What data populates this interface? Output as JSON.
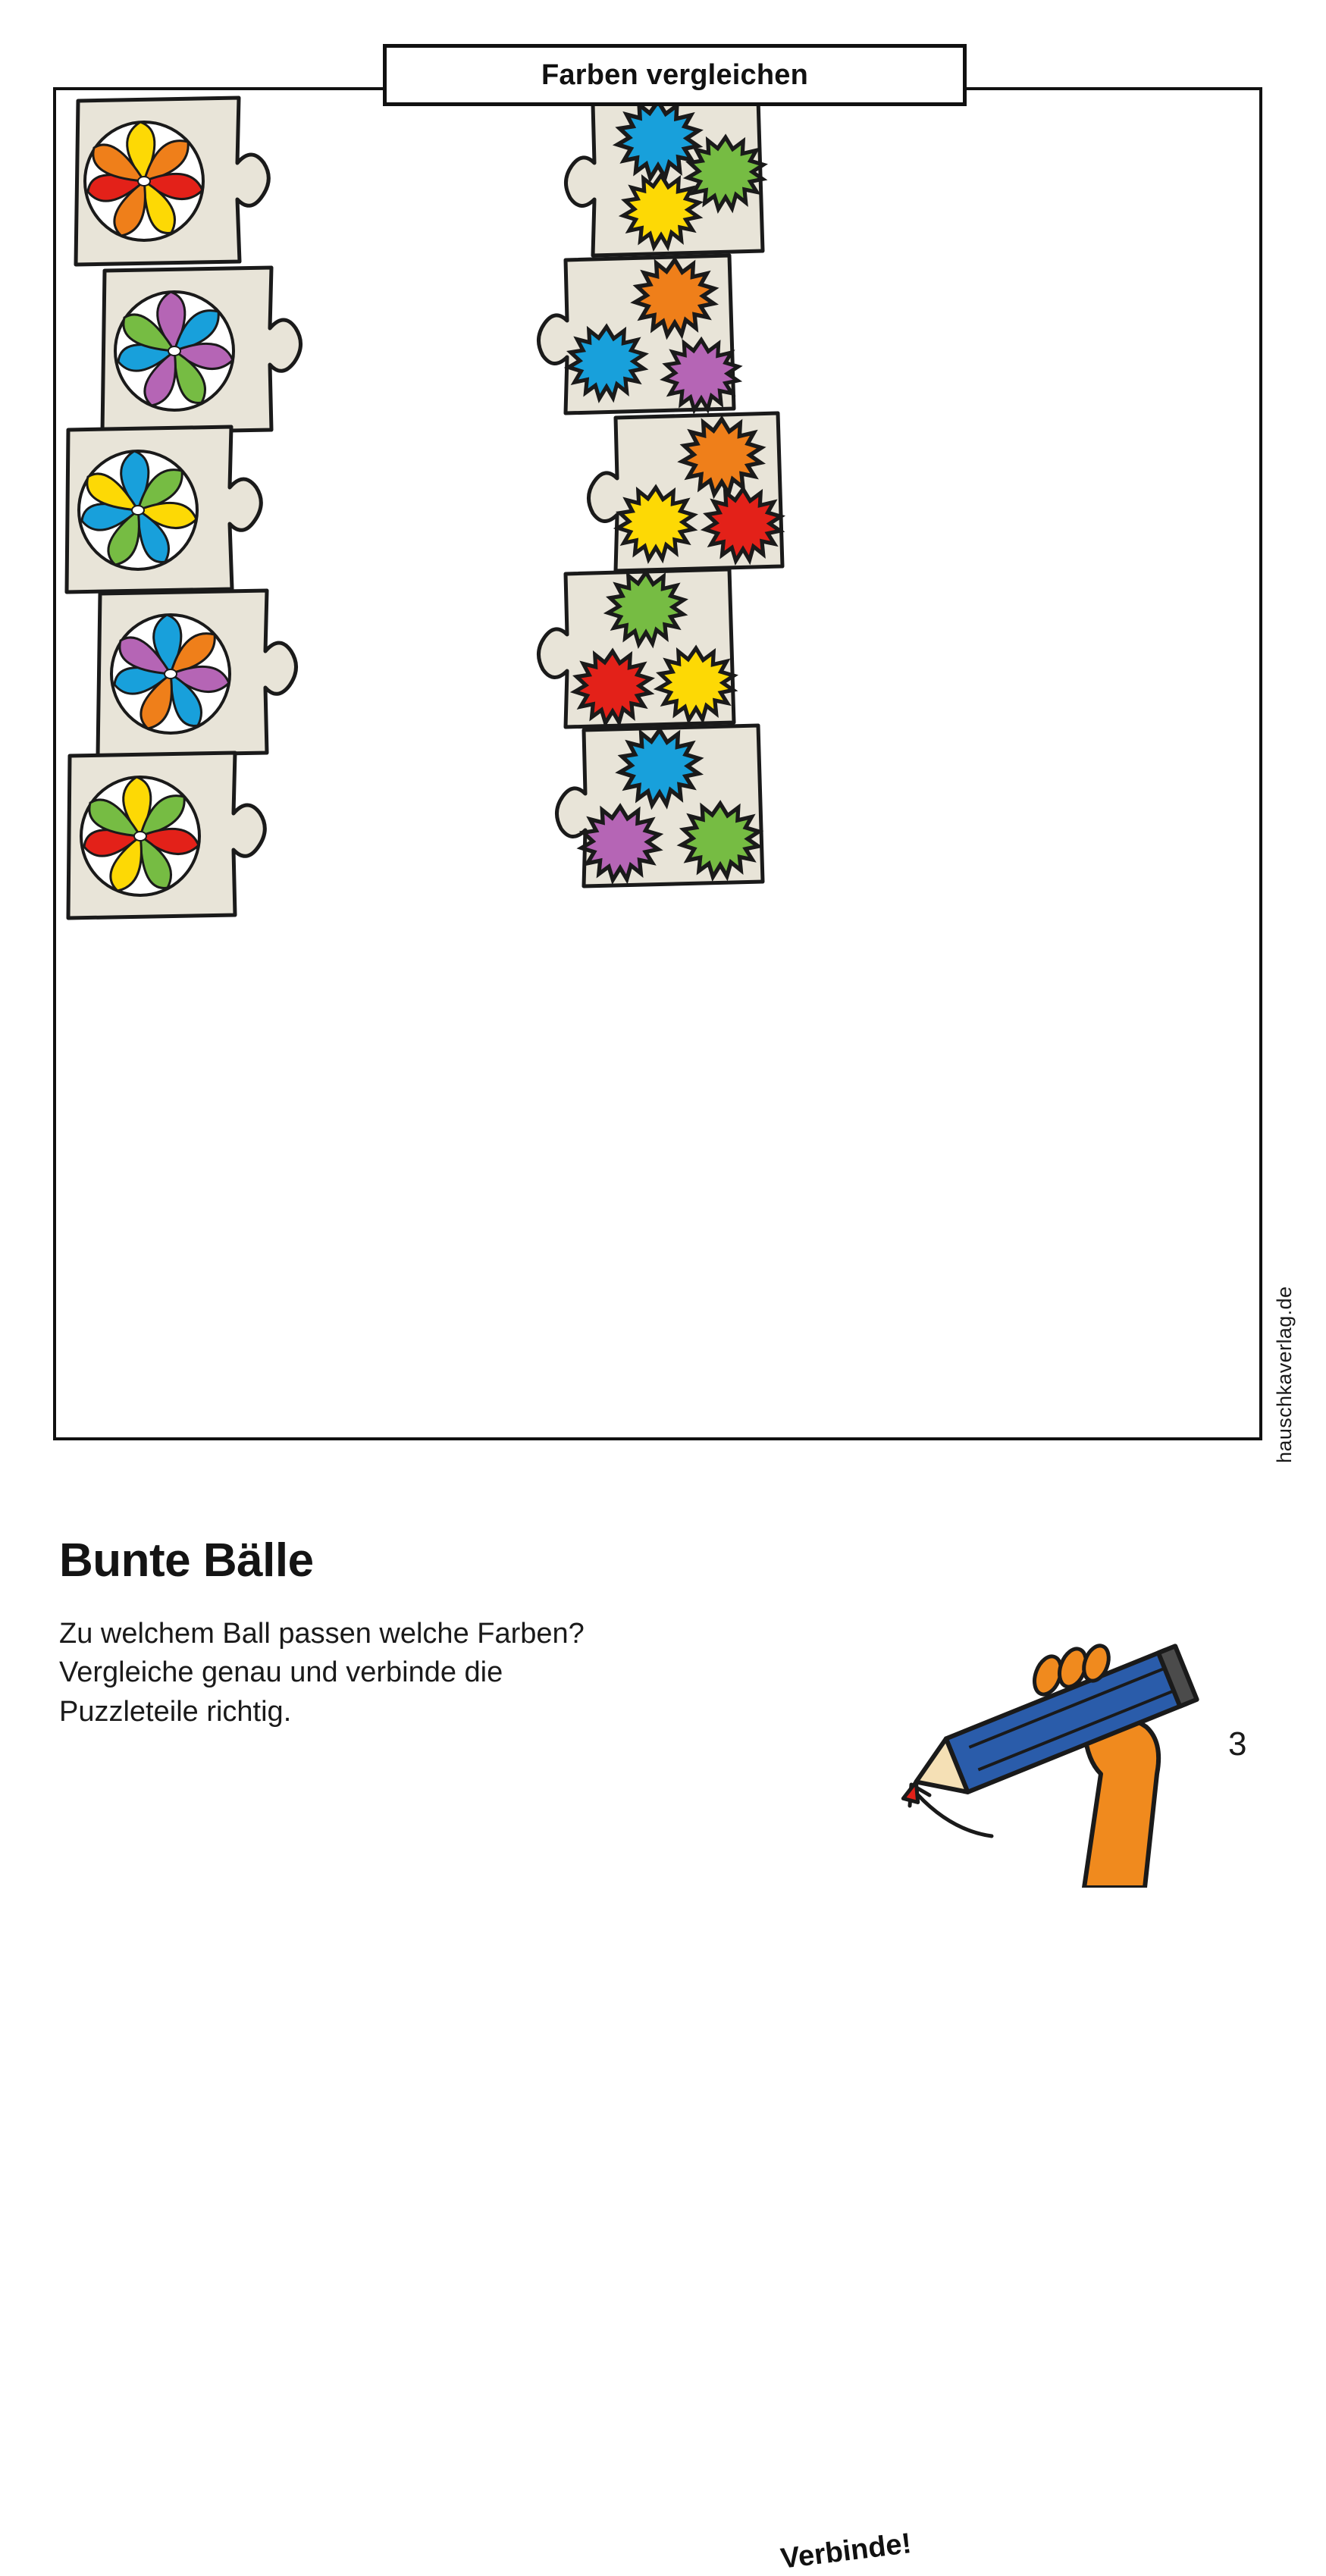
{
  "header": {
    "title": "Farben vergleichen"
  },
  "worksheet": {
    "heading": "Bunte Bälle",
    "instruction_line1": "Zu welchem Ball passen welche Farben?",
    "instruction_line2": "Vergleiche genau und verbinde die",
    "instruction_line3": "Puzzleteile richtig.",
    "callout": "Verbinde!",
    "page_number": "3",
    "publisher": "hauschkaverlag.de"
  },
  "colors": {
    "puzzle_fill": "#e8e4d8",
    "outline": "#1a1a1a",
    "red": "#e32119",
    "orange": "#ef7f1a",
    "yellow": "#fdd905",
    "green": "#76bc43",
    "blue": "#18a0db",
    "purple": "#b565b5",
    "pencil_blue": "#2a5caa",
    "hand_orange": "#f08a1e",
    "pencil_wood": "#f5e0b5",
    "pencil_tip_red": "#e32119"
  },
  "left_column": {
    "label": "ball-puzzle-pieces",
    "pieces": [
      {
        "id": "ball-1",
        "name": "ball-orange-yellow-red",
        "segments": [
          "#ef7f1a",
          "#fdd905",
          "#ef7f1a",
          "#e32119",
          "#fdd905",
          "#e32119",
          "#ef7f1a",
          "#ef7f1a"
        ]
      },
      {
        "id": "ball-2",
        "name": "ball-green-purple-blue",
        "segments": [
          "#76bc43",
          "#b565b5",
          "#18a0db",
          "#b565b5",
          "#76bc43",
          "#b565b5",
          "#18a0db",
          "#76bc43"
        ]
      },
      {
        "id": "ball-3",
        "name": "ball-yellow-blue-green",
        "segments": [
          "#fdd905",
          "#18a0db",
          "#76bc43",
          "#fdd905",
          "#18a0db",
          "#76bc43",
          "#18a0db",
          "#fdd905"
        ]
      },
      {
        "id": "ball-4",
        "name": "ball-purple-blue-orange",
        "segments": [
          "#b565b5",
          "#18a0db",
          "#ef7f1a",
          "#b565b5",
          "#18a0db",
          "#ef7f1a",
          "#18a0db",
          "#b565b5"
        ]
      },
      {
        "id": "ball-5",
        "name": "ball-green-yellow-red",
        "segments": [
          "#76bc43",
          "#fdd905",
          "#76bc43",
          "#e32119",
          "#76bc43",
          "#fdd905",
          "#e32119",
          "#76bc43"
        ]
      }
    ]
  },
  "right_column": {
    "label": "color-splat-puzzle-pieces",
    "pieces": [
      {
        "id": "splat-1",
        "name": "splats-blue-green-yellow",
        "splats": [
          "#18a0db",
          "#76bc43",
          "#fdd905"
        ]
      },
      {
        "id": "splat-2",
        "name": "splats-orange-blue-purple",
        "splats": [
          "#ef7f1a",
          "#18a0db",
          "#b565b5"
        ]
      },
      {
        "id": "splat-3",
        "name": "splats-orange-yellow-red",
        "splats": [
          "#ef7f1a",
          "#fdd905",
          "#e32119"
        ]
      },
      {
        "id": "splat-4",
        "name": "splats-green-red-yellow",
        "splats": [
          "#76bc43",
          "#e32119",
          "#fdd905"
        ]
      },
      {
        "id": "splat-5",
        "name": "splats-blue-purple-green",
        "splats": [
          "#18a0db",
          "#b565b5",
          "#76bc43"
        ]
      }
    ]
  }
}
